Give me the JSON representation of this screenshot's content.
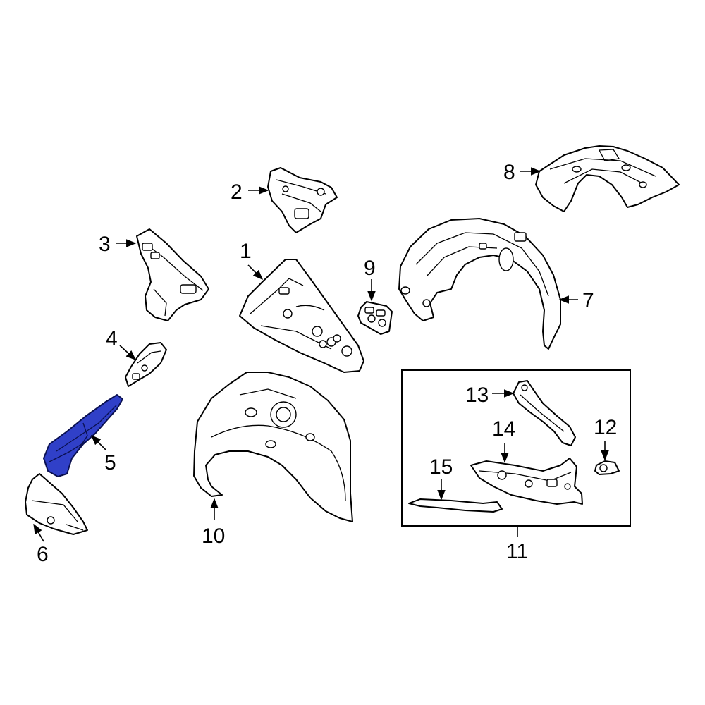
{
  "colors": {
    "line": "#000000",
    "background": "#ffffff",
    "highlight": "#3040c8"
  },
  "highlighted_part": "5",
  "callouts": {
    "c1": "1",
    "c2": "2",
    "c3": "3",
    "c4": "4",
    "c5": "5",
    "c6": "6",
    "c7": "7",
    "c8": "8",
    "c9": "9",
    "c10": "10",
    "c11": "11",
    "c12": "12",
    "c13": "13",
    "c14": "14",
    "c15": "15"
  }
}
